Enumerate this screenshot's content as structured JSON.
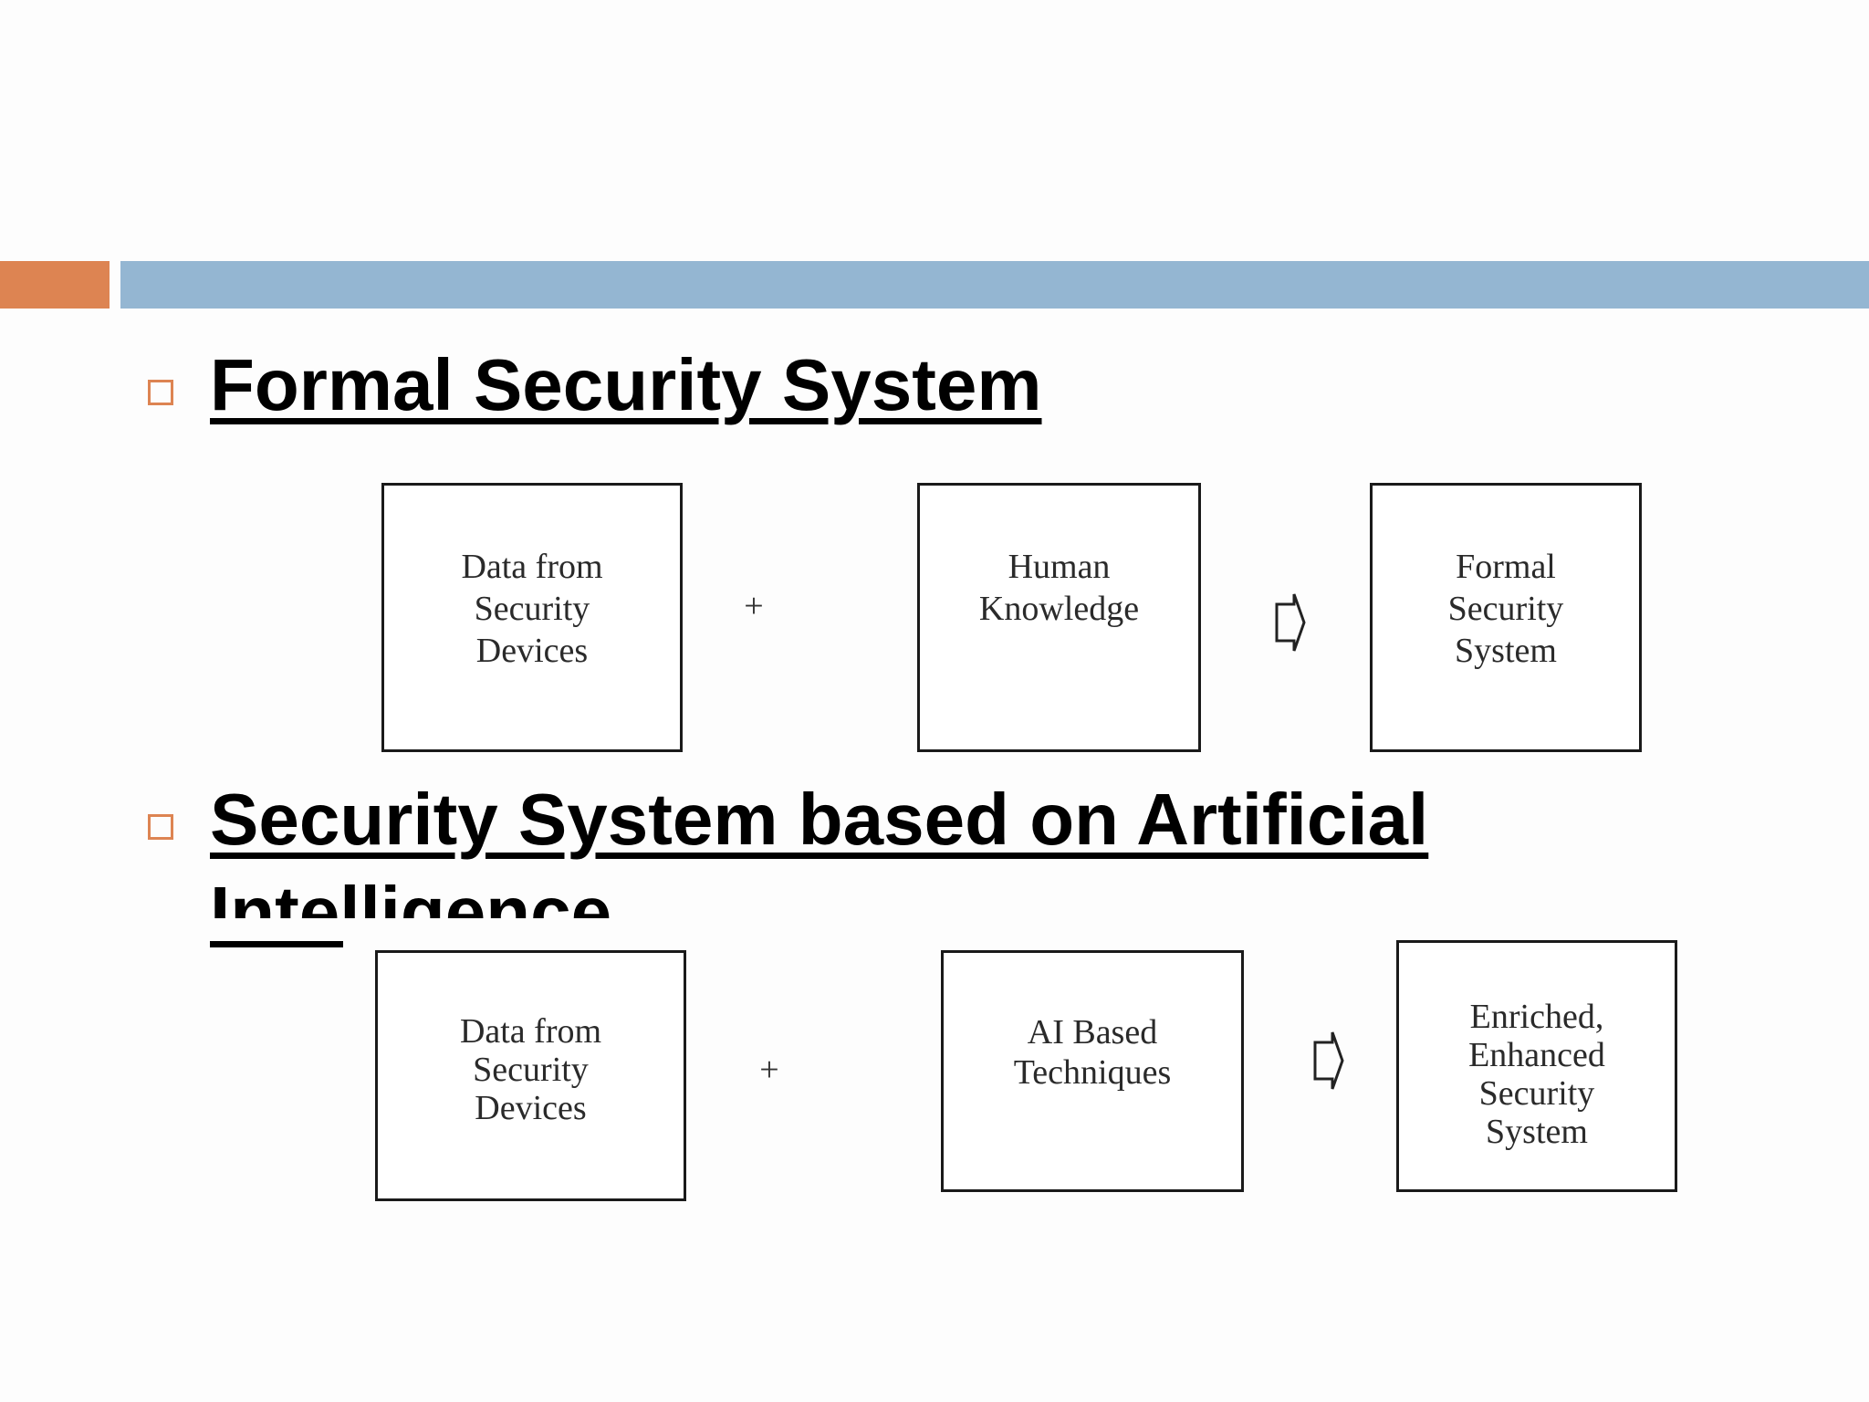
{
  "header": {
    "accent_color": "#dd8452",
    "bar_color": "#94b6d2"
  },
  "sections": [
    {
      "heading": "Formal Security System",
      "boxes": [
        {
          "text": "Data from\nSecurity\nDevices"
        },
        {
          "text": "Human\nKnowledge"
        },
        {
          "text": "Formal\nSecurity\nSystem"
        }
      ],
      "operator": "+",
      "result_arrow": "hollow-right-arrow-icon"
    },
    {
      "heading": "Security System based on Artificial",
      "heading_line2": "Intelligence",
      "boxes": [
        {
          "text": "Data from\nSecurity\nDevices"
        },
        {
          "text": "AI Based\nTechniques"
        },
        {
          "text": "Enriched,\nEnhanced\nSecurity\nSystem"
        }
      ],
      "operator": "+",
      "result_arrow": "hollow-right-arrow-icon"
    }
  ]
}
